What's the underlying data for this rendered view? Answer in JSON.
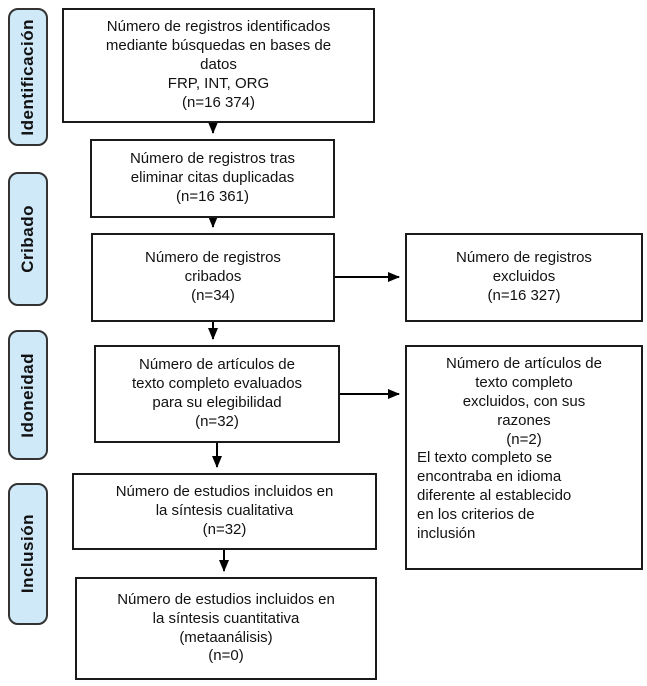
{
  "stages": [
    {
      "label": "Identificación"
    },
    {
      "label": "Cribado"
    },
    {
      "label": "Idoneidad"
    },
    {
      "label": "Inclusión"
    }
  ],
  "boxes": {
    "identified": {
      "text": "Número de registros identificados\nmediante búsquedas en bases de\ndatos\nFRP, INT, ORG\n(n=16 374)"
    },
    "deduplicated": {
      "text": "Número de registros tras\neliminar citas duplicadas\n(n=16 361)"
    },
    "screened": {
      "text": "Número de registros\ncribados\n(n=34)"
    },
    "screened_excluded": {
      "text": "Número de registros\nexcluidos\n(n=16 327)"
    },
    "fulltext_assessed": {
      "text": "Número de artículos de\ntexto completo evaluados\npara su elegibilidad\n(n=32)"
    },
    "fulltext_excluded": {
      "header": "Número de artículos de\ntexto completo\nexcluidos, con sus\nrazones\n(n=2)",
      "reason": "El texto completo se\nencontraba en idioma\ndiferente al establecido\nen los criterios de\ninclusión"
    },
    "qualitative_synthesis": {
      "text": "Número de estudios incluidos en\nla síntesis cualitativa\n(n=32)"
    },
    "quantitative_synthesis": {
      "text": "Número de estudios incluidos en\nla síntesis cuantitativa\n(metaanálisis)\n(n=0)"
    }
  },
  "colors": {
    "stage_fill": "#cfe9f9",
    "stage_border": "#333333",
    "box_border": "#1a1a1a",
    "arrow": "#000000",
    "background": "#ffffff"
  }
}
